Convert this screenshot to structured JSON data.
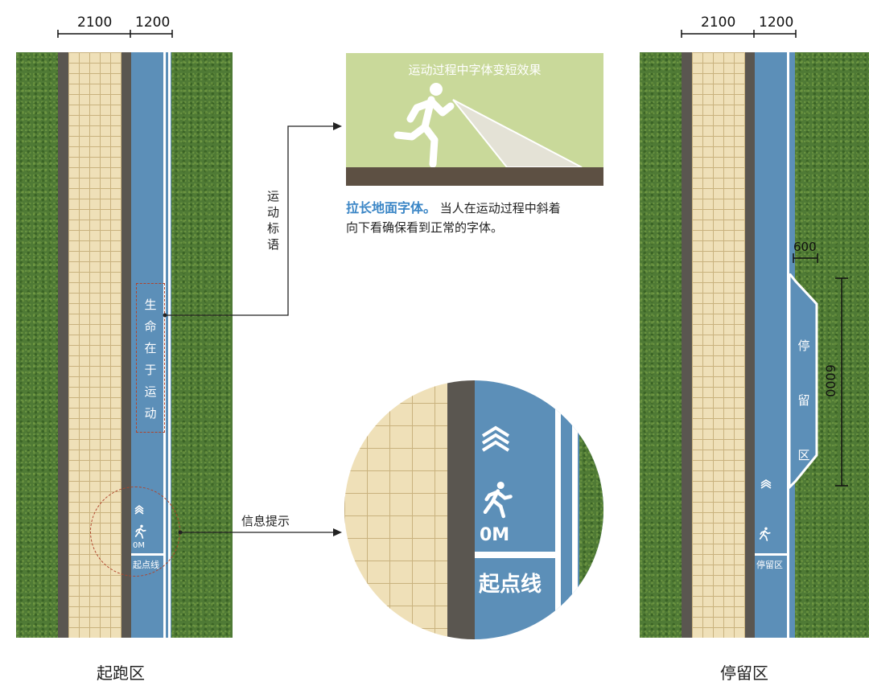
{
  "left": {
    "dim_a": "2100",
    "dim_b": "1200",
    "slogan_chars": [
      "生",
      "命",
      "在",
      "于",
      "运",
      "动"
    ],
    "distance": "0M",
    "start_label": "起点线",
    "caption": "起跑区"
  },
  "callouts": {
    "slogan": "运\n动\n标\n语",
    "info": "信息提示"
  },
  "effect_panel": {
    "title": "运动过程中字体变短效果",
    "highlight": "拉长地面字体。",
    "desc_line1": "当人在运动过程中斜着",
    "desc_line2": "向下看确保看到正常的字体。"
  },
  "zoom": {
    "distance": "0M",
    "start_label": "起点线"
  },
  "right": {
    "dim_a": "2100",
    "dim_b": "1200",
    "dim_width": "600",
    "dim_length": "6000",
    "stop_chars": [
      "停",
      "留",
      "区"
    ],
    "stop_label": "停留区",
    "caption": "停留区"
  },
  "colors": {
    "lane_blue": "#5c8fb8",
    "grass": "#4f7a35",
    "tile": "#efe0b8",
    "kerb": "#5a5650",
    "panel_bg": "#c9d99a",
    "highlight": "#3b86c6",
    "dashed": "#b0432a"
  }
}
